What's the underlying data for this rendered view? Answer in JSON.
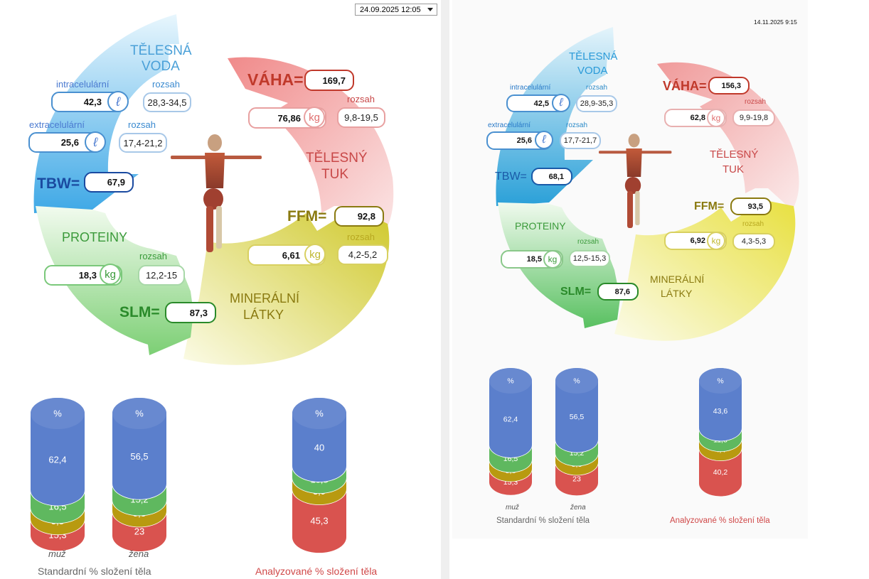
{
  "left": {
    "date_value": "24.09.2025 12:05",
    "labels": {
      "water": "TĚLESNÁ",
      "water2": "VODA",
      "fat": "TĚLESNÝ",
      "fat2": "TUK",
      "protein": "PROTEINY",
      "mineral": "MINERÁLNÍ",
      "mineral2": "LÁTKY"
    },
    "intracellular": {
      "label": "intracelulární",
      "value": "42,3",
      "unit": "ℓ",
      "range_label": "rozsah",
      "range": "28,3-34,5"
    },
    "extracellular": {
      "label": "extracelulární",
      "value": "25,6",
      "unit": "ℓ",
      "range_label": "rozsah",
      "range": "17,4-21,2"
    },
    "tbw": {
      "label": "TBW=",
      "value": "67,9"
    },
    "weight": {
      "label": "VÁHA=",
      "value": "169,7"
    },
    "fat": {
      "value": "76,86",
      "unit": "kg",
      "range_label": "rozsah",
      "range": "9,8-19,5"
    },
    "ffm": {
      "label": "FFM=",
      "value": "92,8"
    },
    "mineral": {
      "value": "6,61",
      "unit": "kg",
      "range_label": "rozsah",
      "range": "4,2-5,2"
    },
    "protein": {
      "value": "18,3",
      "unit": "kg",
      "range_label": "rozsah",
      "range": "12,2-15"
    },
    "slm": {
      "label": "SLM=",
      "value": "87,3"
    },
    "cylinders": [
      {
        "caption": "muž",
        "header": "%",
        "water": "62,4",
        "protein": "16,5",
        "mineral": "5,8",
        "fat": "15,3"
      },
      {
        "caption": "žena",
        "header": "%",
        "water": "56,5",
        "protein": "15,2",
        "mineral": "5,3",
        "fat": "23"
      },
      {
        "caption": "",
        "header": "%",
        "water": "40",
        "protein": "10,8",
        "mineral": "3,9",
        "fat": "45,3"
      }
    ],
    "standard_caption": "Standardní % složení těla",
    "analyzed_caption": "Analyzované % složení těla"
  },
  "right": {
    "date_value": "14.11.2025 9:15",
    "labels": {
      "water": "TĚLESNÁ",
      "water2": "VODA",
      "fat": "TĚLESNÝ",
      "fat2": "TUK",
      "protein": "PROTEINY",
      "mineral": "MINERÁLNÍ",
      "mineral2": "LÁTKY"
    },
    "intracellular": {
      "label": "intracelulární",
      "value": "42,5",
      "unit": "ℓ",
      "range_label": "rozsah",
      "range": "28,9-35,3"
    },
    "extracellular": {
      "label": "extracelulární",
      "value": "25,6",
      "unit": "ℓ",
      "range_label": "rozsah",
      "range": "17,7-21,7"
    },
    "tbw": {
      "label": "TBW=",
      "value": "68,1"
    },
    "weight": {
      "label": "VÁHA=",
      "value": "156,3"
    },
    "fat": {
      "value": "62,8",
      "unit": "kg",
      "range_label": "rozsah",
      "range": "9,9-19,8"
    },
    "ffm": {
      "label": "FFM=",
      "value": "93,5"
    },
    "mineral": {
      "value": "6,92",
      "unit": "kg",
      "range_label": "rozsah",
      "range": "4,3-5,3"
    },
    "protein": {
      "value": "18,5",
      "unit": "kg",
      "range_label": "rozsah",
      "range": "12,5-15,3"
    },
    "slm": {
      "label": "SLM=",
      "value": "87,6"
    },
    "cylinders": [
      {
        "caption": "muž",
        "header": "%",
        "water": "62,4",
        "protein": "16,5",
        "mineral": "5,8",
        "fat": "15,3"
      },
      {
        "caption": "žena",
        "header": "%",
        "water": "56,5",
        "protein": "15,2",
        "mineral": "5,3",
        "fat": "23"
      },
      {
        "caption": "",
        "header": "%",
        "water": "43,6",
        "protein": "11,8",
        "mineral": "4,4",
        "fat": "40,2"
      }
    ],
    "standard_caption": "Standardní % složení těla",
    "analyzed_caption": "Analyzované % složení těla"
  },
  "colors": {
    "water": "#4aa8e0",
    "fat": "#f2a0a0",
    "mineral": "#d9d24a",
    "protein": "#7fcf7a",
    "tbw": "#1a4aa0",
    "weight": "#c0392b",
    "ffm": "#8a7a10",
    "slm": "#2a8a2a",
    "water_label": "#3aa0d8",
    "fat_label": "#c84848",
    "mineral_label": "#8a7a10",
    "protein_label": "#3a9a3a",
    "cyl_water": "#5b7fcc",
    "cyl_protein": "#5fb85f",
    "cyl_mineral": "#b89a10",
    "cyl_fat": "#d9534f"
  }
}
